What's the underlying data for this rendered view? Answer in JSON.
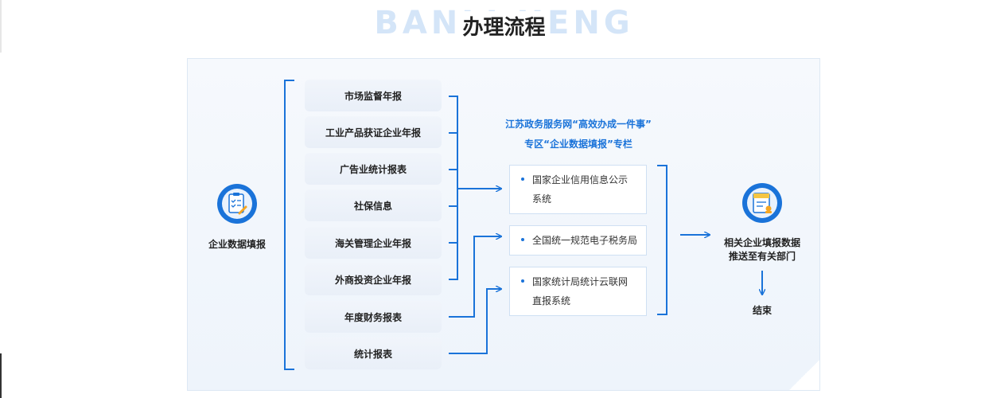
{
  "heading": {
    "background_text": "BANLI  HENG",
    "title": "办理流程"
  },
  "start": {
    "label": "企业数据填报",
    "icon": "clipboard-checklist-icon"
  },
  "reports": [
    "市场监督年报",
    "工业产品获证企业年报",
    "广告业统计报表",
    "社保信息",
    "海关管理企业年报",
    "外商投资企业年报",
    "年度财务报表",
    "统计报表"
  ],
  "platform": {
    "line1": "江苏政务服务网“高效办成一件事”",
    "line2": "专区“企业数据填报”专栏"
  },
  "systems": [
    {
      "line1": "国家企业信用信息公示",
      "line2": "系统"
    },
    {
      "line1": "全国统一规范电子税务局",
      "line2": ""
    },
    {
      "line1": "国家统计局统计云联网",
      "line2": "直报系统"
    }
  ],
  "result": {
    "line1": "相关企业填报数据",
    "line2": "推送至有关部门",
    "icon": "document-stamp-icon"
  },
  "end": {
    "label": "结束"
  },
  "colors": {
    "accent": "#1a73d9",
    "panel": "#eef4fb",
    "heading_ghost": "#d4e5f8"
  }
}
